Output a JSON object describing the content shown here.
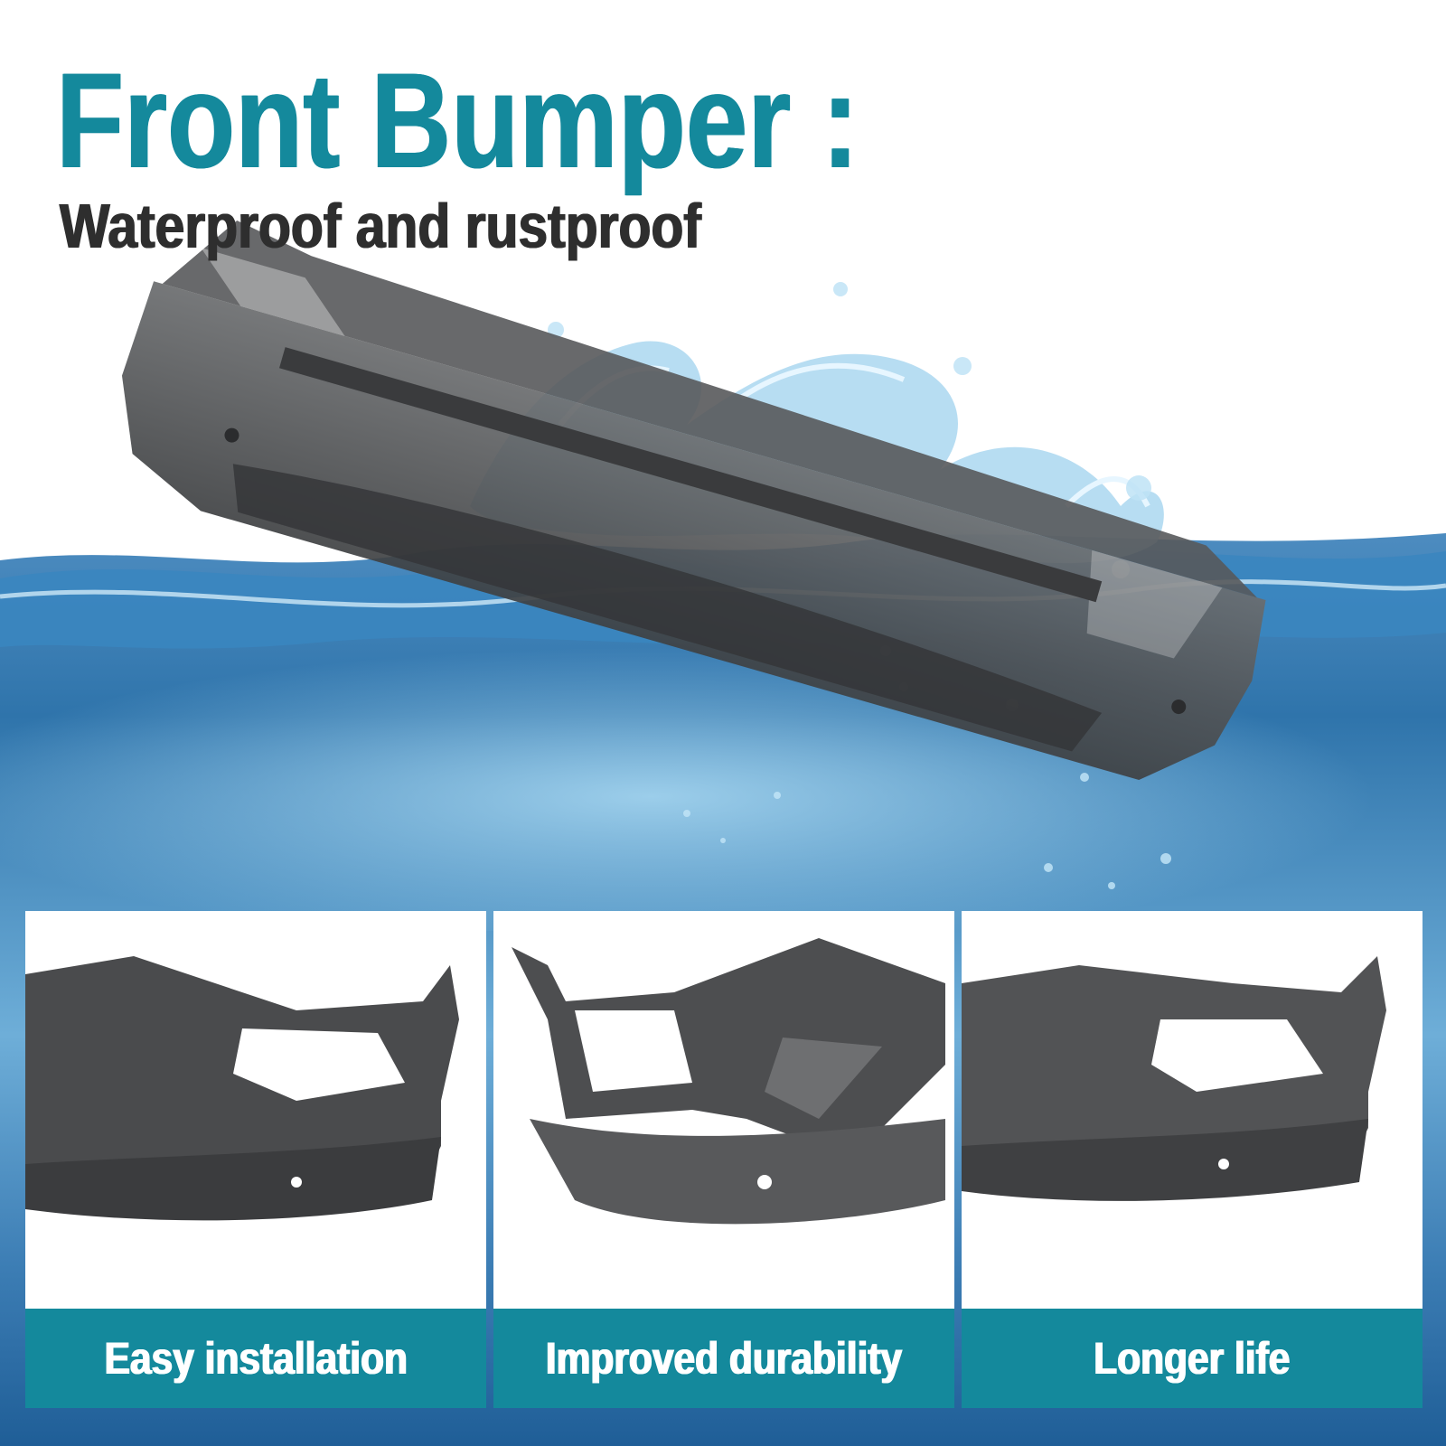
{
  "header": {
    "title": "Front Bumper :",
    "subtitle": "Waterproof and rustproof"
  },
  "colors": {
    "accent": "#14899c",
    "subtitle_text": "#2e2e2e",
    "water_deep": "#1e5f99",
    "water_light": "#7fc0e2",
    "bumper": "#505254"
  },
  "features": [
    {
      "label": "Easy installation"
    },
    {
      "label": "Improved durability"
    },
    {
      "label": "Longer life"
    }
  ]
}
